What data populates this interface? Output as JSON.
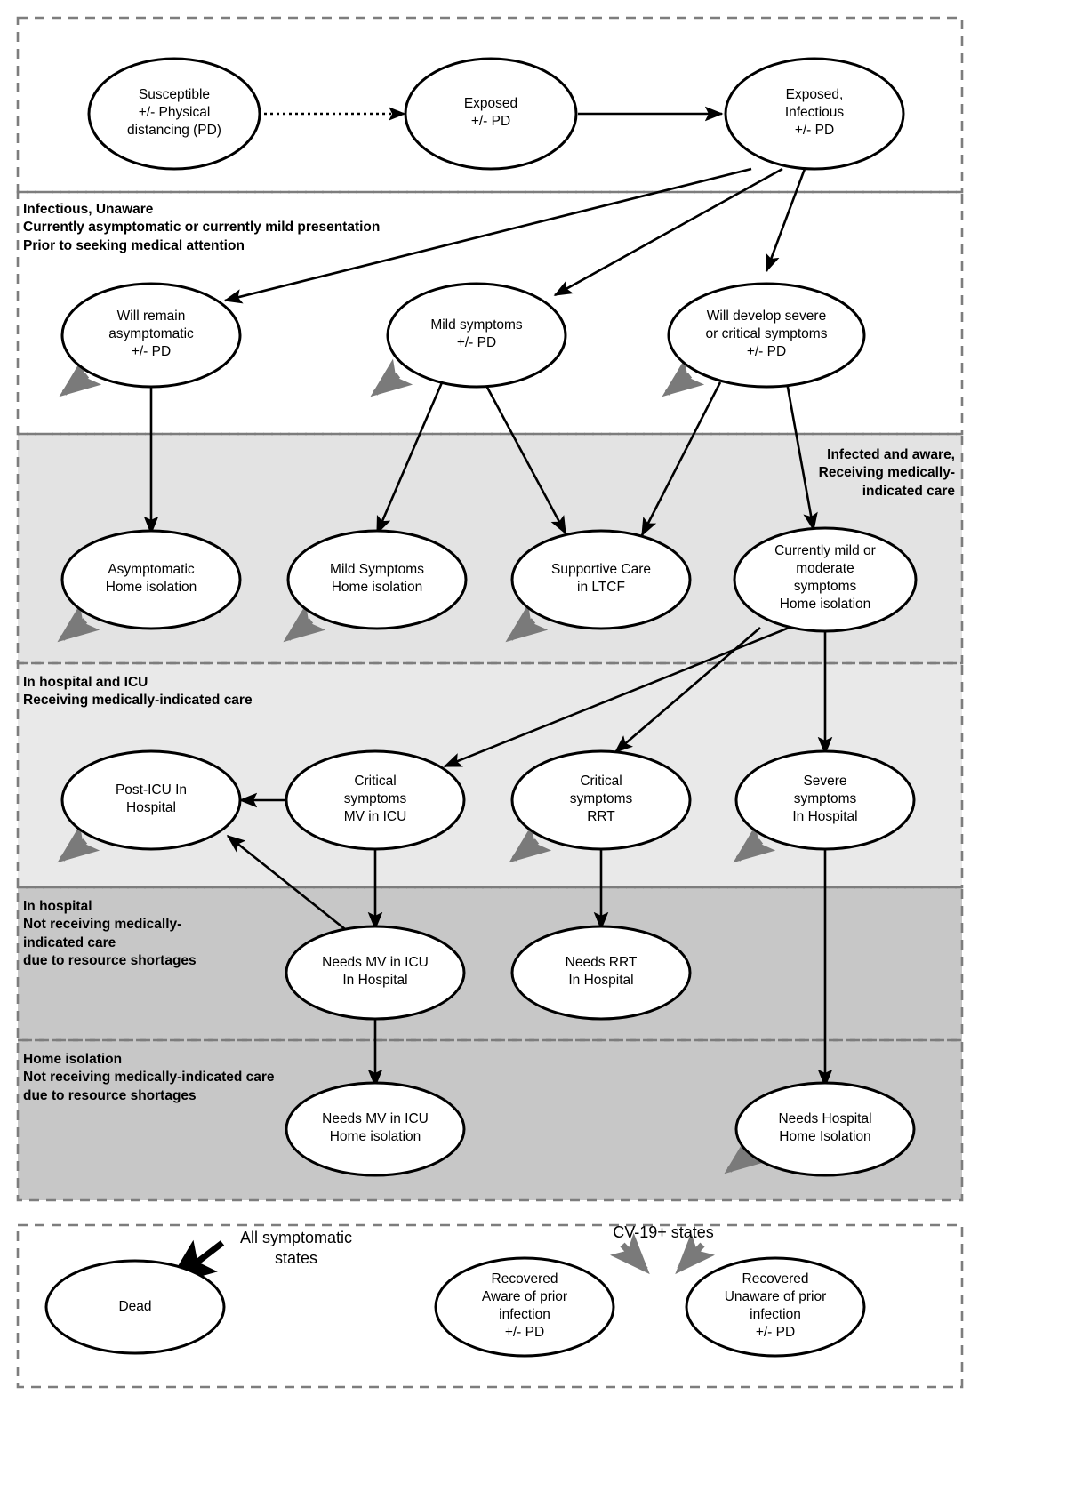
{
  "diagram": {
    "title": "COVID-19 disease-state transition diagram",
    "colors": {
      "band_white": "#ffffff",
      "band_light_gray": "#e3e3e3",
      "band_mid_gray": "#d0d0d0",
      "band_dark_gray": "#bfbfbf",
      "node_fill": "#ffffff",
      "node_stroke": "#000000",
      "arrow": "#000000",
      "exit_arrow": "#808080",
      "dash_border": "#808080"
    }
  },
  "bands": [
    {
      "id": "band-susceptible",
      "label": ""
    },
    {
      "id": "band-infectious-unaware",
      "label": "Infectious, Unaware\nCurrently asymptomatic or currently mild presentation\nPrior to seeking medical attention"
    },
    {
      "id": "band-infected-aware",
      "label": "Infected and aware,\nReceiving medically-\nindicated care"
    },
    {
      "id": "band-hospital-icu",
      "label": "In hospital and ICU\nReceiving medically-indicated care"
    },
    {
      "id": "band-hospital-no-care",
      "label": "In hospital\nNot receiving medically-\nindicated care\ndue to resource shortages"
    },
    {
      "id": "band-home-no-care",
      "label": "Home isolation\nNot receiving medically-indicated care\ndue to resource shortages"
    },
    {
      "id": "band-outcomes",
      "label": ""
    }
  ],
  "nodes": [
    {
      "id": "susceptible",
      "label": "Susceptible\n+/- Physical\ndistancing (PD)"
    },
    {
      "id": "exposed",
      "label": "Exposed\n+/- PD"
    },
    {
      "id": "exposed-infectious",
      "label": "Exposed,\nInfectious\n+/- PD"
    },
    {
      "id": "will-remain-asymptomatic",
      "label": "Will remain\nasymptomatic\n+/- PD"
    },
    {
      "id": "mild-symptoms",
      "label": "Mild symptoms\n+/- PD"
    },
    {
      "id": "will-develop-severe",
      "label": "Will develop severe\nor critical symptoms\n+/- PD"
    },
    {
      "id": "asymptomatic-home",
      "label": "Asymptomatic\nHome isolation"
    },
    {
      "id": "mild-home",
      "label": "Mild Symptoms\nHome isolation"
    },
    {
      "id": "supportive-ltcf",
      "label": "Supportive Care\nin LTCF"
    },
    {
      "id": "mild-moderate-home",
      "label": "Currently mild or\nmoderate\nsymptoms\nHome isolation"
    },
    {
      "id": "post-icu",
      "label": "Post-ICU In\nHospital"
    },
    {
      "id": "critical-mv-icu",
      "label": "Critical\nsymptoms\nMV in ICU"
    },
    {
      "id": "critical-rrt",
      "label": "Critical\nsymptoms\nRRT"
    },
    {
      "id": "severe-hospital",
      "label": "Severe\nsymptoms\nIn Hospital"
    },
    {
      "id": "needs-mv-icu-hosp",
      "label": "Needs MV in ICU\nIn Hospital"
    },
    {
      "id": "needs-rrt-hosp",
      "label": "Needs RRT\nIn Hospital"
    },
    {
      "id": "needs-mv-icu-home",
      "label": "Needs MV in ICU\nHome isolation"
    },
    {
      "id": "needs-hospital-home",
      "label": "Needs Hospital\nHome Isolation"
    },
    {
      "id": "dead",
      "label": "Dead"
    },
    {
      "id": "recovered-aware",
      "label": "Recovered\nAware of prior\ninfection\n+/- PD"
    },
    {
      "id": "recovered-unaware",
      "label": "Recovered\nUnaware of prior\ninfection\n+/- PD"
    }
  ],
  "annotations": [
    {
      "id": "all-symptomatic-states",
      "label": "All symptomatic\nstates"
    },
    {
      "id": "cv19-states",
      "label": "CV-19+ states"
    }
  ]
}
